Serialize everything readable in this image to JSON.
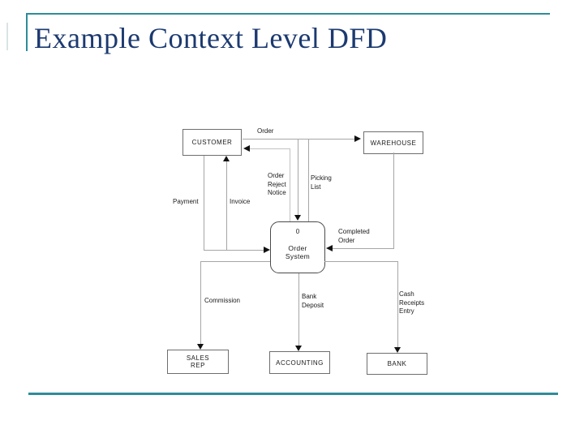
{
  "slide": {
    "title": "Example Context Level DFD"
  },
  "colors": {
    "accent": "#2E8C99",
    "title": "#1C3A70"
  },
  "diagram": {
    "process": {
      "number": "0",
      "name": [
        "Order",
        "System"
      ]
    },
    "entities": {
      "customer": "CUSTOMER",
      "warehouse": "WAREHOUSE",
      "sales_rep": [
        "SALES",
        "REP"
      ],
      "accounting": "ACCOUNTING",
      "bank": "BANK"
    },
    "flows": {
      "order": "Order",
      "order_reject_notice": [
        "Order",
        "Reject",
        "Notice"
      ],
      "picking_list": [
        "Picking",
        "List"
      ],
      "payment": "Payment",
      "invoice": "Invoice",
      "completed_order": [
        "Completed",
        "Order"
      ],
      "commission": "Commission",
      "bank_deposit": [
        "Bank",
        "Deposit"
      ],
      "cash_receipts_entry": [
        "Cash",
        "Receipts",
        "Entry"
      ]
    }
  }
}
